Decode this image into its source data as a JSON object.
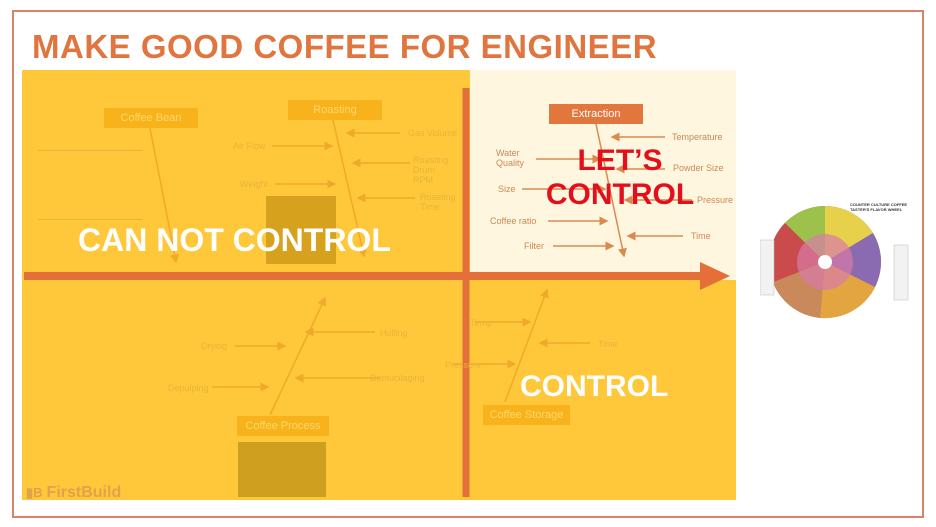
{
  "title": "MAKE GOOD COFFEE FOR ENGINEER",
  "overlays": {
    "can_not_control": "CAN NOT CONTROL",
    "lets_control": "LET’S CONTROL",
    "control": "CONTROL"
  },
  "categories": {
    "coffee_bean": "Coffee Bean",
    "roasting": "Roasting",
    "extraction": "Extraction",
    "coffee_process": "Coffee Process",
    "coffee_storage": "Coffee Storage"
  },
  "roasting_factors": [
    "Air Flow",
    "Weight",
    "Gas Volume",
    "Roasting Drum RPM",
    "Roasting Time"
  ],
  "extraction_factors": [
    "Temperature",
    "Powder Size",
    "Pressure",
    "Time",
    "Water Quality",
    "Size",
    "Coffee ratio",
    "Filter"
  ],
  "process_factors": [
    "Drying",
    "Depulping",
    "Hulling",
    "Demucilaging"
  ],
  "storage_factors": [
    "Temp",
    "Pressure",
    "Time"
  ],
  "flavor_wheel": {
    "brand": "COUNTER CULTURE COFFEE",
    "title": "TASTER'S FLAVOR WHEEL"
  },
  "logo": "FirstBuild",
  "colors": {
    "accent": "#e0753f",
    "quadrant": "#ffc83a",
    "highlight_red": "#e3101b"
  }
}
